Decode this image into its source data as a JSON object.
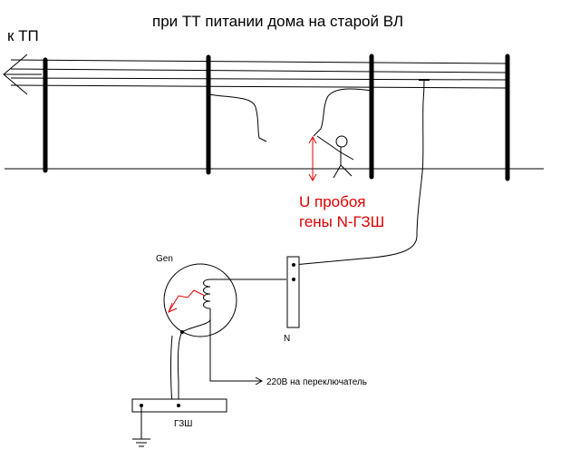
{
  "title": "при ТТ питании дома на старой ВЛ",
  "labels": {
    "to_tp": "к ТП",
    "u_breakdown_line1": "U пробоя",
    "u_breakdown_line2": "гены N-ГЗШ",
    "gen": "Gen",
    "n_terminal": "N",
    "output_220": "220В на переключатель",
    "ground_bar": "ГЗШ"
  },
  "colors": {
    "ink": "#000000",
    "highlight": "#e00000"
  },
  "icons": {
    "arrow": "arrow-left-icon",
    "person": "person-icon",
    "ground": "ground-icon",
    "generator": "generator-icon"
  }
}
